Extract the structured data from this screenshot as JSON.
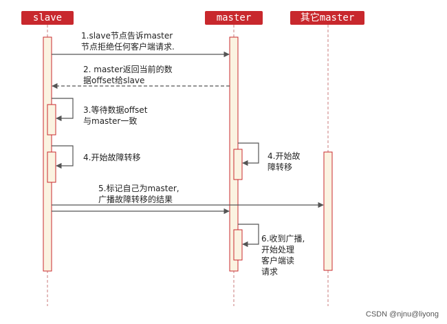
{
  "actors": {
    "slave": "slave",
    "master": "master",
    "other": "其它master"
  },
  "messages": {
    "m1": [
      "1.slave节点告诉master",
      "节点拒绝任何客户端请求."
    ],
    "m2": [
      "2. master返回当前的数",
      "据offset给slave"
    ],
    "m3": [
      "3.等待数据offset",
      "与master一致"
    ],
    "m4a": [
      "4.开始故障转移"
    ],
    "m4b": [
      "4.开始故",
      "障转移"
    ],
    "m5": [
      "5.标记自己为master,",
      "广播故障转移的结果"
    ],
    "m6": [
      "6.收到广播,",
      "开始处理",
      "客户端读",
      "请求"
    ]
  },
  "colors": {
    "actor_bg": "#c8282d",
    "lifeline": "#c87a7a",
    "activation_fill": "#fbf3e1",
    "activation_border": "#c8282d",
    "arrow": "#555555"
  },
  "watermark": "CSDN @njnu@liyong"
}
